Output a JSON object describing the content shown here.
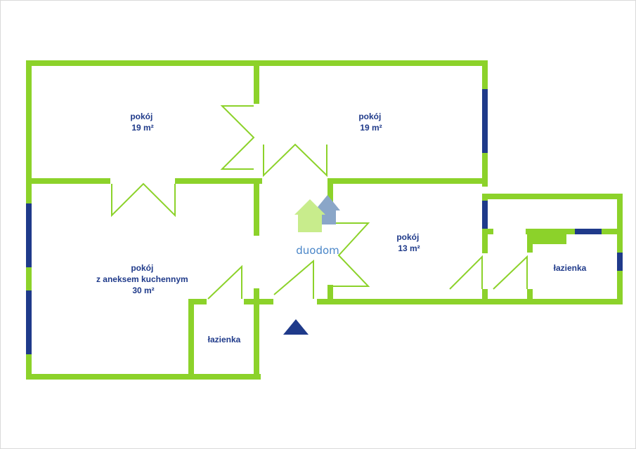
{
  "colors": {
    "wall": "#8cd22a",
    "window": "#1f3a8a",
    "label": "#1f3a8a",
    "logo_green": "#c8ec8c",
    "logo_blue": "#8aa6c8",
    "logo_text": "#4a86c8"
  },
  "logo": {
    "text": "duodom",
    "icon": "house-logo-icon"
  },
  "entrance": {
    "icon": "entrance-triangle-icon"
  },
  "rooms": [
    {
      "id": "room-top-left",
      "lines": [
        "pokój",
        "19 m²"
      ]
    },
    {
      "id": "room-top-right",
      "lines": [
        "pokój",
        "19 m²"
      ]
    },
    {
      "id": "room-middle",
      "lines": [
        "pokój",
        "13 m²"
      ]
    },
    {
      "id": "room-kitchen",
      "lines": [
        "pokój",
        "z aneksem kuchennym",
        "30 m²"
      ]
    },
    {
      "id": "bathroom-small",
      "lines": [
        "łazienka"
      ]
    },
    {
      "id": "bathroom-right",
      "lines": [
        "łazienka"
      ]
    }
  ]
}
